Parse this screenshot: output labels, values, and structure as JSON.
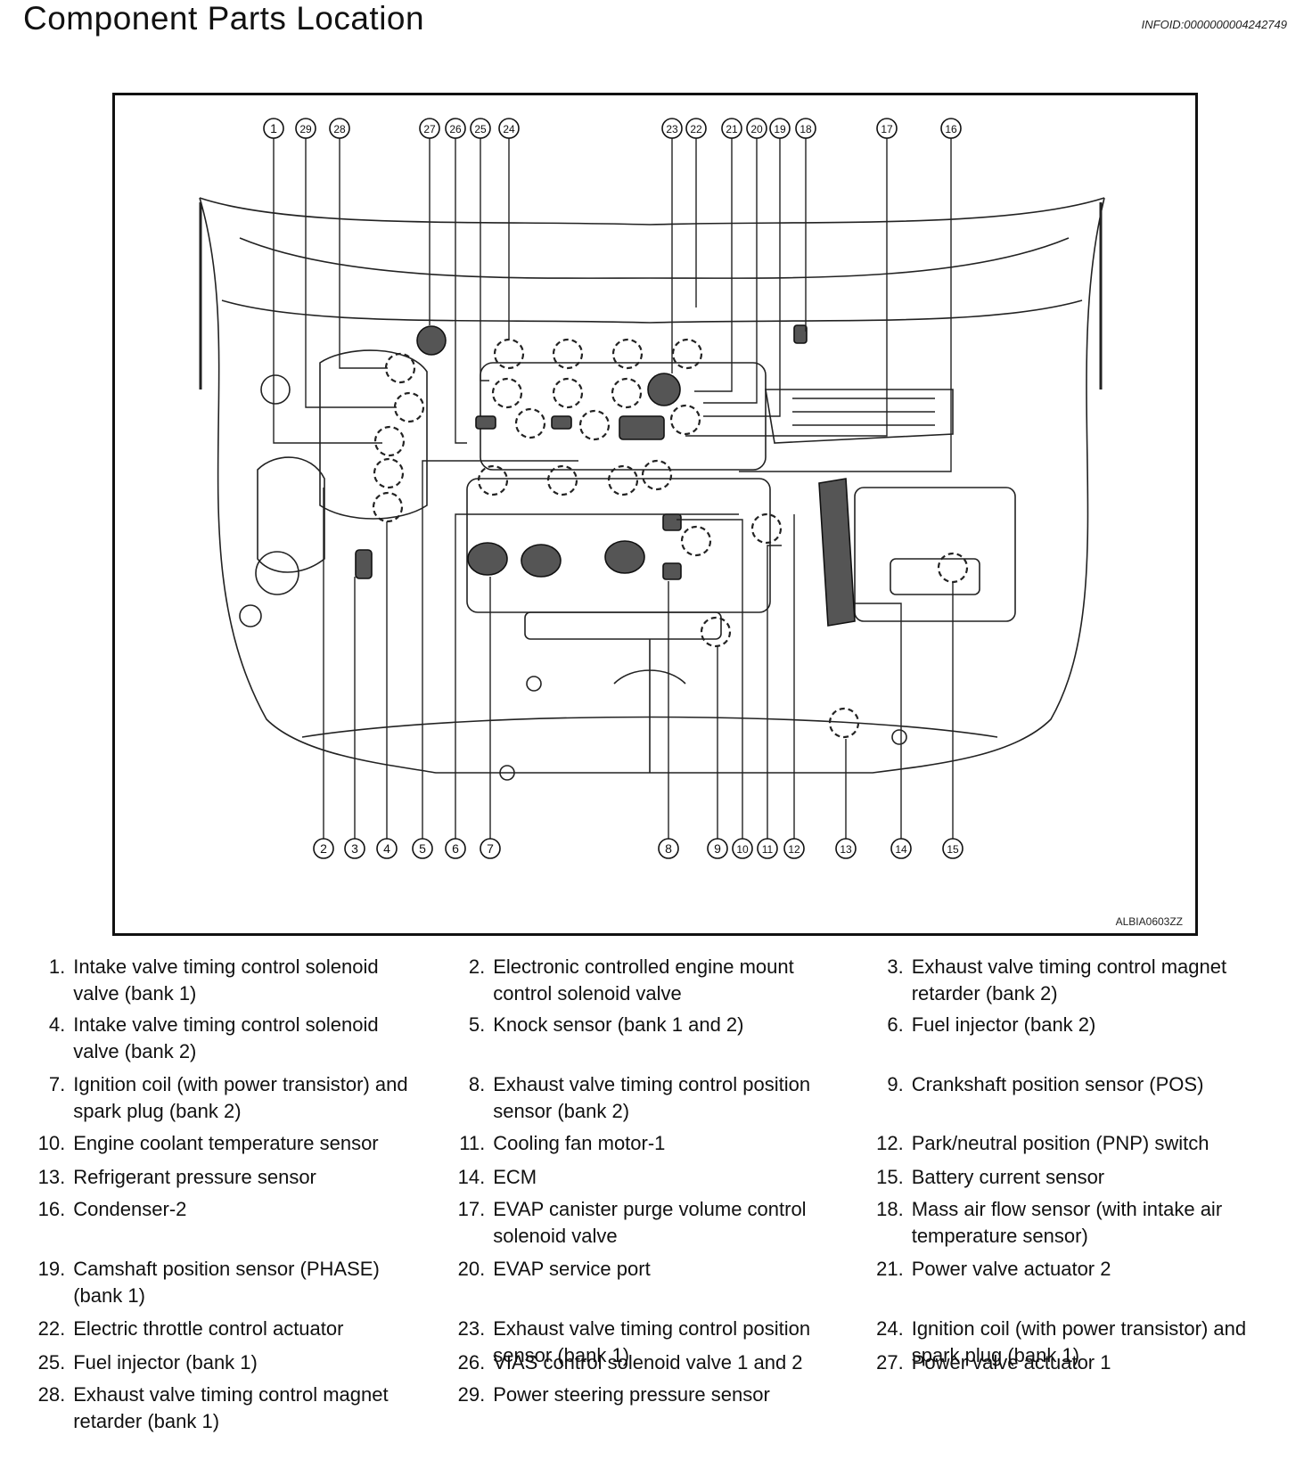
{
  "header": {
    "title": "Component Parts Location",
    "info_id": "INFOID:0000000004242749"
  },
  "diagram": {
    "figure_code": "ALBIA0603ZZ",
    "top_callouts": [
      "1",
      "29",
      "28",
      "27",
      "26",
      "25",
      "24",
      "23",
      "22",
      "21",
      "20",
      "19",
      "18",
      "17",
      "16"
    ],
    "bottom_callouts": [
      "2",
      "3",
      "4",
      "5",
      "6",
      "7",
      "8",
      "9",
      "10",
      "11",
      "12",
      "13",
      "14",
      "15"
    ]
  },
  "legend": [
    {
      "num": "1.",
      "text": "Intake valve timing control solenoid valve (bank 1)"
    },
    {
      "num": "2.",
      "text": "Electronic controlled engine mount control solenoid valve"
    },
    {
      "num": "3.",
      "text": "Exhaust valve timing control magnet retarder (bank 2)"
    },
    {
      "num": "4.",
      "text": "Intake valve timing control solenoid valve (bank 2)"
    },
    {
      "num": "5.",
      "text": "Knock sensor (bank 1 and 2)"
    },
    {
      "num": "6.",
      "text": "Fuel injector (bank 2)"
    },
    {
      "num": "7.",
      "text": "Ignition coil (with power transistor) and spark plug (bank 2)"
    },
    {
      "num": "8.",
      "text": "Exhaust valve timing control position sensor (bank 2)"
    },
    {
      "num": "9.",
      "text": "Crankshaft position sensor (POS)"
    },
    {
      "num": "10.",
      "text": "Engine coolant temperature sensor"
    },
    {
      "num": "11.",
      "text": "Cooling fan motor-1"
    },
    {
      "num": "12.",
      "text": "Park/neutral position (PNP) switch"
    },
    {
      "num": "13.",
      "text": "Refrigerant pressure sensor"
    },
    {
      "num": "14.",
      "text": "ECM"
    },
    {
      "num": "15.",
      "text": "Battery current sensor"
    },
    {
      "num": "16.",
      "text": "Condenser-2"
    },
    {
      "num": "17.",
      "text": "EVAP canister purge volume control solenoid valve"
    },
    {
      "num": "18.",
      "text": "Mass air flow sensor (with intake air temperature sensor)"
    },
    {
      "num": "19.",
      "text": "Camshaft position sensor (PHASE) (bank 1)"
    },
    {
      "num": "20.",
      "text": "EVAP service port"
    },
    {
      "num": "21.",
      "text": "Power valve actuator 2"
    },
    {
      "num": "22.",
      "text": "Electric throttle control actuator"
    },
    {
      "num": "23.",
      "text": "Exhaust valve timing control position sensor (bank 1)"
    },
    {
      "num": "24.",
      "text": "Ignition coil (with power transistor) and spark plug (bank 1)"
    },
    {
      "num": "25.",
      "text": "Fuel injector (bank 1)"
    },
    {
      "num": "26.",
      "text": "VIAS control solenoid valve 1 and 2"
    },
    {
      "num": "27.",
      "text": "Power valve actuator 1"
    },
    {
      "num": "28.",
      "text": "Exhaust valve timing control magnet retarder (bank 1)"
    },
    {
      "num": "29.",
      "text": "Power steering pressure sensor"
    }
  ]
}
